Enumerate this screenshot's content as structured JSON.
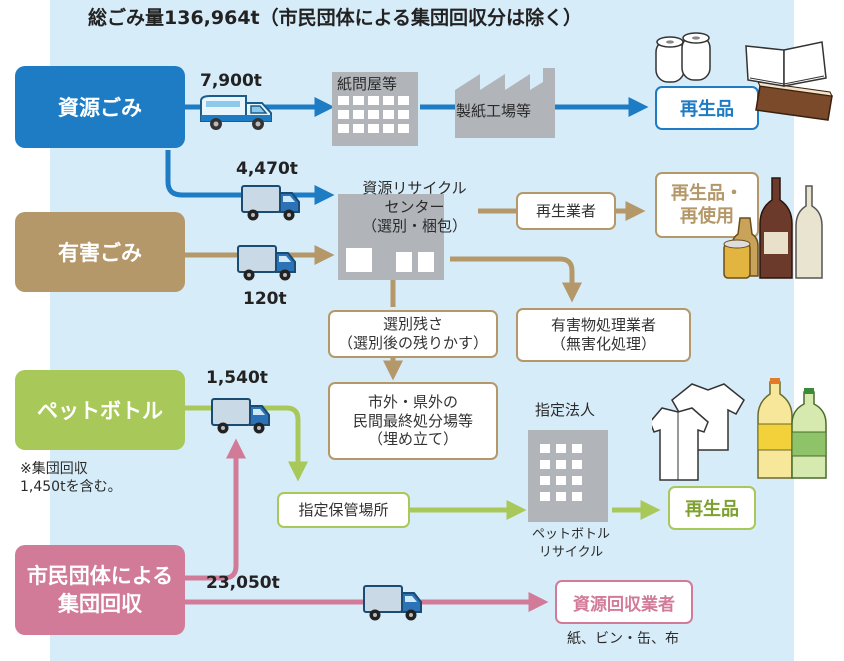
{
  "title": "総ごみ量136,964t（市民団体による集団回収分は除く）",
  "colors": {
    "panel": "#d7ecf9",
    "blue": "#1d7cc3",
    "brown": "#b4986a",
    "green": "#a8c85a",
    "pink": "#d27b98",
    "building": "#b1b5ba"
  },
  "categories": {
    "resource": "資源ごみ",
    "hazardous": "有害ごみ",
    "pet": "ペットボトル",
    "citizen": "市民団体による\n集団回収"
  },
  "amounts": {
    "resource_to_paper": "7,900t",
    "resource_to_center": "4,470t",
    "hazardous": "120t",
    "pet": "1,540t",
    "citizen": "23,050t"
  },
  "facilities": {
    "paper_wholesaler": "紙問屋等",
    "paper_mill": "製紙工場等",
    "recycle_center": "資源リサイクル\nセンター\n（選別・梱包）",
    "recycler": "再生業者",
    "hazard_processor": "有害物処理業者\n（無害化処理）",
    "residue": "選別残さ\n（選別後の残りかす）",
    "landfill": "市外・県外の\n民間最終処分場等\n（埋め立て）",
    "designated_corp": "指定法人",
    "storage": "指定保管場所",
    "pet_recycle": "ペットボトル\nリサイクル",
    "collector": "資源回収業者"
  },
  "destinations": {
    "recycled_1": "再生品",
    "recycled_reuse": "再生品・\n再使用",
    "recycled_2": "再生品"
  },
  "notes": {
    "pet_note": "※集団回収\n1,450tを含む。",
    "collector_items": "紙、ビン・缶、布"
  },
  "icons": [
    "truck-icon",
    "factory-icon",
    "building-icon",
    "paper-rolls-icon",
    "books-icon",
    "bottles-icon",
    "shirts-icon",
    "pet-bottles-icon"
  ]
}
